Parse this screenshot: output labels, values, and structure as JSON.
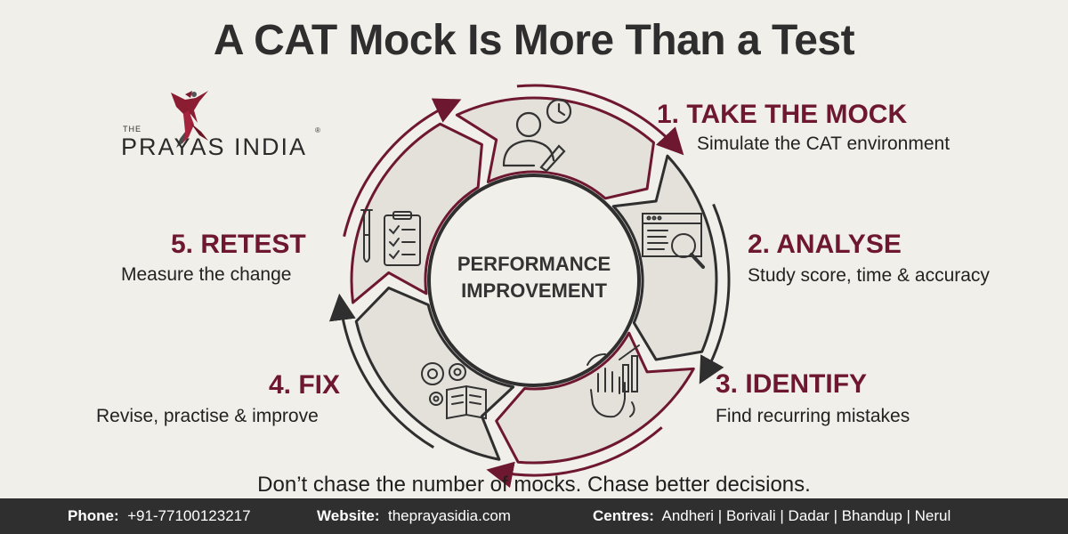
{
  "title": "A CAT Mock Is More Than a Test",
  "logo": {
    "the": "THE",
    "brand": "PRAYAS INDIA",
    "reg": "®"
  },
  "center": {
    "line1": "PERFORMANCE",
    "line2": "IMPROVEMENT"
  },
  "steps": [
    {
      "title": "1. TAKE THE MOCK",
      "subtitle": "Simulate the CAT environment",
      "icon": "person-with-clock-and-pen-icon"
    },
    {
      "title": "2. ANALYSE",
      "subtitle": "Study score, time & accuracy",
      "icon": "data-table-magnifier-icon"
    },
    {
      "title": "3. IDENTIFY",
      "subtitle": "Find recurring mistakes",
      "icon": "hand-with-chart-icon"
    },
    {
      "title": "4. FIX",
      "subtitle": "Revise, practise & improve",
      "icon": "gears-and-book-icon"
    },
    {
      "title": "5. RETEST",
      "subtitle": "Measure the change",
      "icon": "test-tube-and-checklist-icon"
    }
  ],
  "tagline": "Don’t chase the number of mocks. Chase better decisions.",
  "footer": {
    "phone_label": "Phone:",
    "phone": "+91-77100123217",
    "website_label": "Website:",
    "website": "theprayasidia.com",
    "centres_label": "Centres:",
    "centres": "Andheri | Borivali | Dadar | Bhandup | Nerul"
  },
  "colors": {
    "accent": "#6e1730",
    "segment_fill": "#e4e1db",
    "background": "#f1efe9",
    "footer": "#2f2f2f"
  }
}
